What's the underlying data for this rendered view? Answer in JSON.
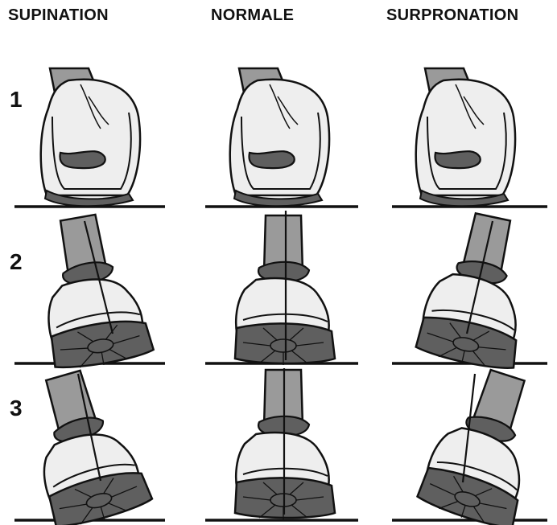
{
  "columns": [
    "SUPINATION",
    "NORMALE",
    "SURPRONATION"
  ],
  "rows": [
    "1",
    "2",
    "3"
  ],
  "colors": {
    "ink": "#111111",
    "leg": "#9a9a9a",
    "sole": "#5f5f5f",
    "shoe": "#eeeeee"
  }
}
